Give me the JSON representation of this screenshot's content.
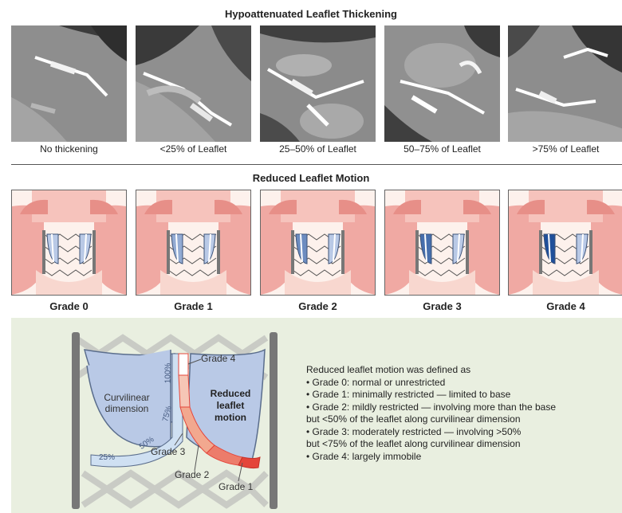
{
  "thickening": {
    "title": "Hypoattenuated Leaflet Thickening",
    "panels": [
      {
        "label": "No thickening"
      },
      {
        "label": "<25% of Leaflet"
      },
      {
        "label": "25–50% of Leaflet"
      },
      {
        "label": "50–75% of Leaflet"
      },
      {
        "label": ">75% of Leaflet"
      }
    ]
  },
  "motion": {
    "title": "Reduced Leaflet Motion",
    "grades": [
      {
        "label": "Grade 0",
        "level": 0
      },
      {
        "label": "Grade 1",
        "level": 0.25
      },
      {
        "label": "Grade 2",
        "level": 0.5
      },
      {
        "label": "Grade 3",
        "level": 0.75
      },
      {
        "label": "Grade 4",
        "level": 1.0
      }
    ]
  },
  "diagram": {
    "left_label_1": "Curvilinear",
    "left_label_2": "dimension",
    "right_label_1": "Reduced",
    "right_label_2": "leaflet",
    "right_label_3": "motion",
    "pct_25": "25%",
    "pct_50": "50%",
    "pct_75": "75%",
    "pct_100": "100%",
    "grade4": "Grade 4",
    "grade3": "Grade 3",
    "grade2": "Grade 2",
    "grade1": "Grade 1"
  },
  "definition": {
    "intro": "Reduced leaflet motion was defined as",
    "lines": [
      "• Grade 0: normal or unrestricted",
      "• Grade 1: minimally restricted — limited to base",
      "• Grade 2: mildly restricted — involving more than the base",
      "but <50% of the leaflet along curvilinear dimension",
      "• Grade 3: moderately restricted — involving >50%",
      "but <75% of the leaflet along curvilinear dimension",
      "• Grade 4: largely immobile"
    ]
  },
  "colors": {
    "panel_bg": "#e9efe0",
    "leaflet_blue": "#b9c9e6",
    "leaflet_dark": "#1f4f9a",
    "red": "#e4453a",
    "pink": "#f2a88f",
    "aorta": "#f0a9a3"
  }
}
